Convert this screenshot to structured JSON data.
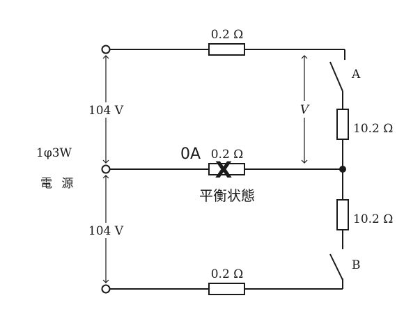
{
  "resistors": {
    "top": "0.2 Ω",
    "middle": "0.2 Ω",
    "bottom": "0.2 Ω",
    "load_upper": "10.2 Ω",
    "load_lower": "10.2 Ω"
  },
  "voltages": {
    "upper": "104 V",
    "lower": "104 V",
    "measured": "V"
  },
  "source": {
    "type": "1φ3W",
    "name": "電 源"
  },
  "switches": {
    "a": "A",
    "b": "B"
  },
  "annotation": {
    "current": "0A",
    "mark": "X",
    "state": "平衡状態",
    "color": "#ff0000"
  }
}
